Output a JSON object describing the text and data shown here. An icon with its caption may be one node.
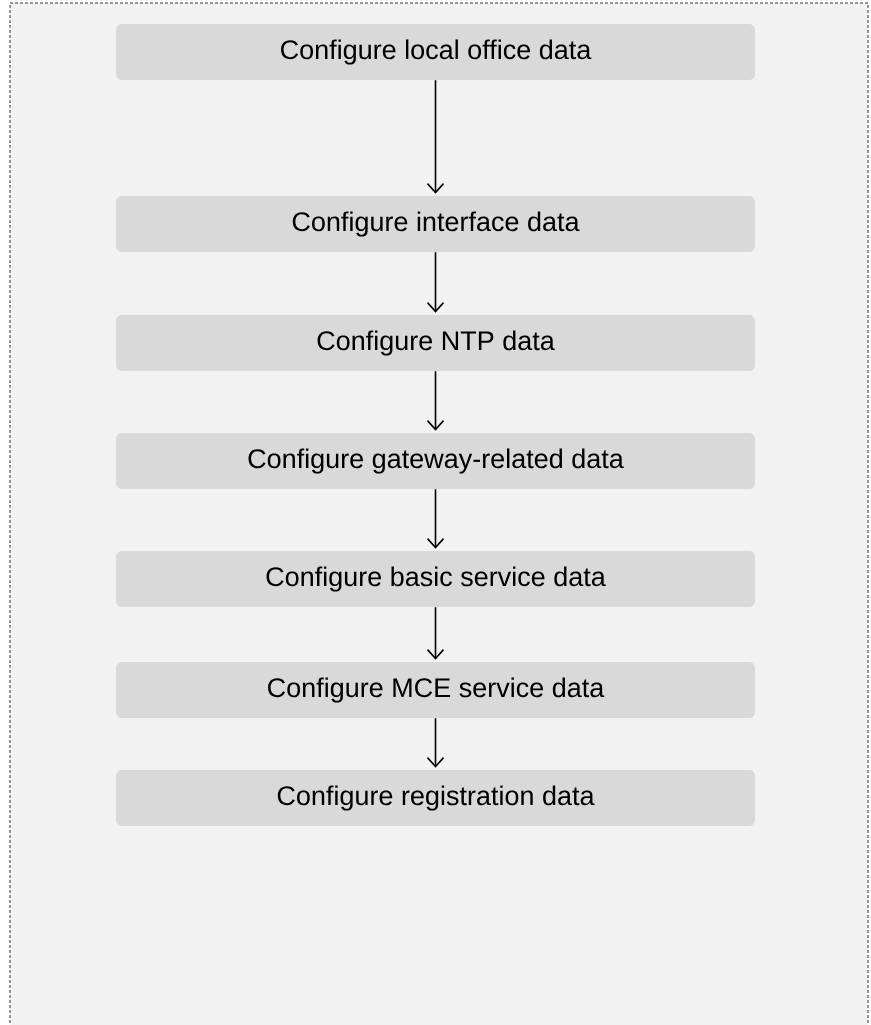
{
  "diagram": {
    "nodes": [
      {
        "text": [
          "Configure local office data"
        ]
      },
      {
        "text": [
          "Configure interface data"
        ]
      },
      {
        "text": [
          "Configure NTP data"
        ]
      },
      {
        "text": [
          "Configure gateway-related data"
        ]
      },
      {
        "text": [
          "Configure basic service data"
        ]
      },
      {
        "text": [
          "Configure MCE service data"
        ]
      },
      {
        "text": [
          "Configure registration data"
        ]
      }
    ],
    "edges": [
      {
        "from": 0,
        "to": 1,
        "arrow": "to"
      },
      {
        "from": 1,
        "to": 2,
        "arrow": "to"
      },
      {
        "from": 2,
        "to": 3,
        "arrow": "to"
      },
      {
        "from": 3,
        "to": 4,
        "arrow": "to"
      },
      {
        "from": 4,
        "to": 5,
        "arrow": "to"
      },
      {
        "from": 5,
        "to": 6,
        "arrow": "to"
      }
    ]
  }
}
